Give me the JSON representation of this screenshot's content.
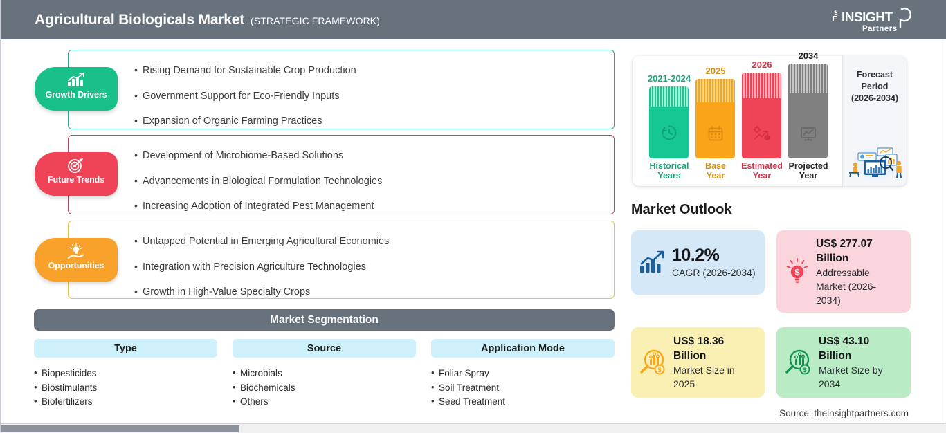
{
  "header": {
    "title": "Agricultural Biologicals Market",
    "subtitle": "(STRATEGIC FRAMEWORK)",
    "logo_the": "The",
    "logo_insight": "INSIGHT",
    "logo_partners": "Partners",
    "bg_color": "#68727c"
  },
  "panels": [
    {
      "badge_label": "Growth Drivers",
      "badge_icon": "bar-chart-growth-icon",
      "color": "#19c08a",
      "border_color": "#2ba58a",
      "items": [
        "Rising Demand for Sustainable Crop Production",
        "Government Support for Eco-Friendly Inputs",
        "Expansion of Organic Farming Practices"
      ]
    },
    {
      "badge_label": "Future Trends",
      "badge_icon": "target-dart-icon",
      "color": "#ef4458",
      "border_color": "#c2415a",
      "items": [
        "Development of Microbiome-Based Solutions",
        "Advancements in Biological Formulation Technologies",
        "Increasing Adoption of Integrated Pest Management"
      ]
    },
    {
      "badge_label": "Opportunities",
      "badge_icon": "lightbulb-hand-icon",
      "color": "#f9a22b",
      "border_color": "#e8c14a",
      "items": [
        "Untapped Potential in Emerging Agricultural Economies",
        "Integration with Precision Agriculture Technologies",
        "Growth in High-Value Specialty Crops"
      ]
    }
  ],
  "segmentation": {
    "title": "Market Segmentation",
    "columns": [
      {
        "heading": "Type",
        "items": [
          "Biopesticides",
          "Biostimulants",
          "Biofertilizers"
        ]
      },
      {
        "heading": "Source",
        "items": [
          "Microbials",
          "Biochemicals",
          "Others"
        ]
      },
      {
        "heading": "Application Mode",
        "items": [
          "Foliar Spray",
          "Soil Treatment",
          "Seed Treatment"
        ]
      }
    ]
  },
  "timeline": {
    "bars": [
      {
        "year": "2021-2024",
        "caption": "Historical\nYears",
        "caption_line1": "Historical",
        "caption_line2": "Years",
        "color": "#16c693",
        "stripe_color": "#8fe5cc",
        "icon": "clock-history-icon"
      },
      {
        "year": "2025",
        "caption_line1": "Base",
        "caption_line2": "Year",
        "color": "#f9a51a",
        "stripe_color": "#fbd07f",
        "icon": "calendar-icon"
      },
      {
        "year": "2026",
        "caption_line1": "Estimated",
        "caption_line2": "Year",
        "color": "#ef4458",
        "stripe_color": "#f79aa6",
        "icon": "growth-estimate-icon"
      },
      {
        "year": "2034",
        "caption_line1": "Projected",
        "caption_line2": "Year",
        "color": "#808080",
        "stripe_color": "#bfbfbf",
        "icon": "projection-screen-icon"
      }
    ],
    "forecast_line1": "Forecast",
    "forecast_line2": "Period",
    "forecast_line3": "(2026-2034)",
    "forecast_illustration": "analytics-team-illustration"
  },
  "outlook": {
    "title": "Market Outlook",
    "cards": [
      {
        "value": "10.2%",
        "label": "CAGR (2026-2034)",
        "bg": "#d5e8f7",
        "icon": "bar-chart-arrow-icon",
        "icon_color": "#1a5f9e",
        "big": true
      },
      {
        "value_line1": "US$ 277.07",
        "value_line2": "Billion",
        "label_line1": "Addressable",
        "label_line2": "Market (2026-",
        "label_line3": "2034)",
        "bg": "#fad6dc",
        "icon": "lightbulb-dollar-icon",
        "icon_color": "#ef4458"
      },
      {
        "value_line1": "US$ 18.36",
        "value_line2": "Billion",
        "label_line1": "Market Size in",
        "label_line2": "2025",
        "bg": "#faf0b4",
        "icon": "magnifier-chart-dollar-icon",
        "icon_color": "#f9a51a"
      },
      {
        "value_line1": "US$ 43.10",
        "value_line2": "Billion",
        "label_line1": "Market Size by",
        "label_line2": "2034",
        "bg": "#b9ebc4",
        "icon": "magnifier-chart-dollar-icon",
        "icon_color": "#16914f"
      }
    ]
  },
  "source": "Source: theinsightpartners.com"
}
